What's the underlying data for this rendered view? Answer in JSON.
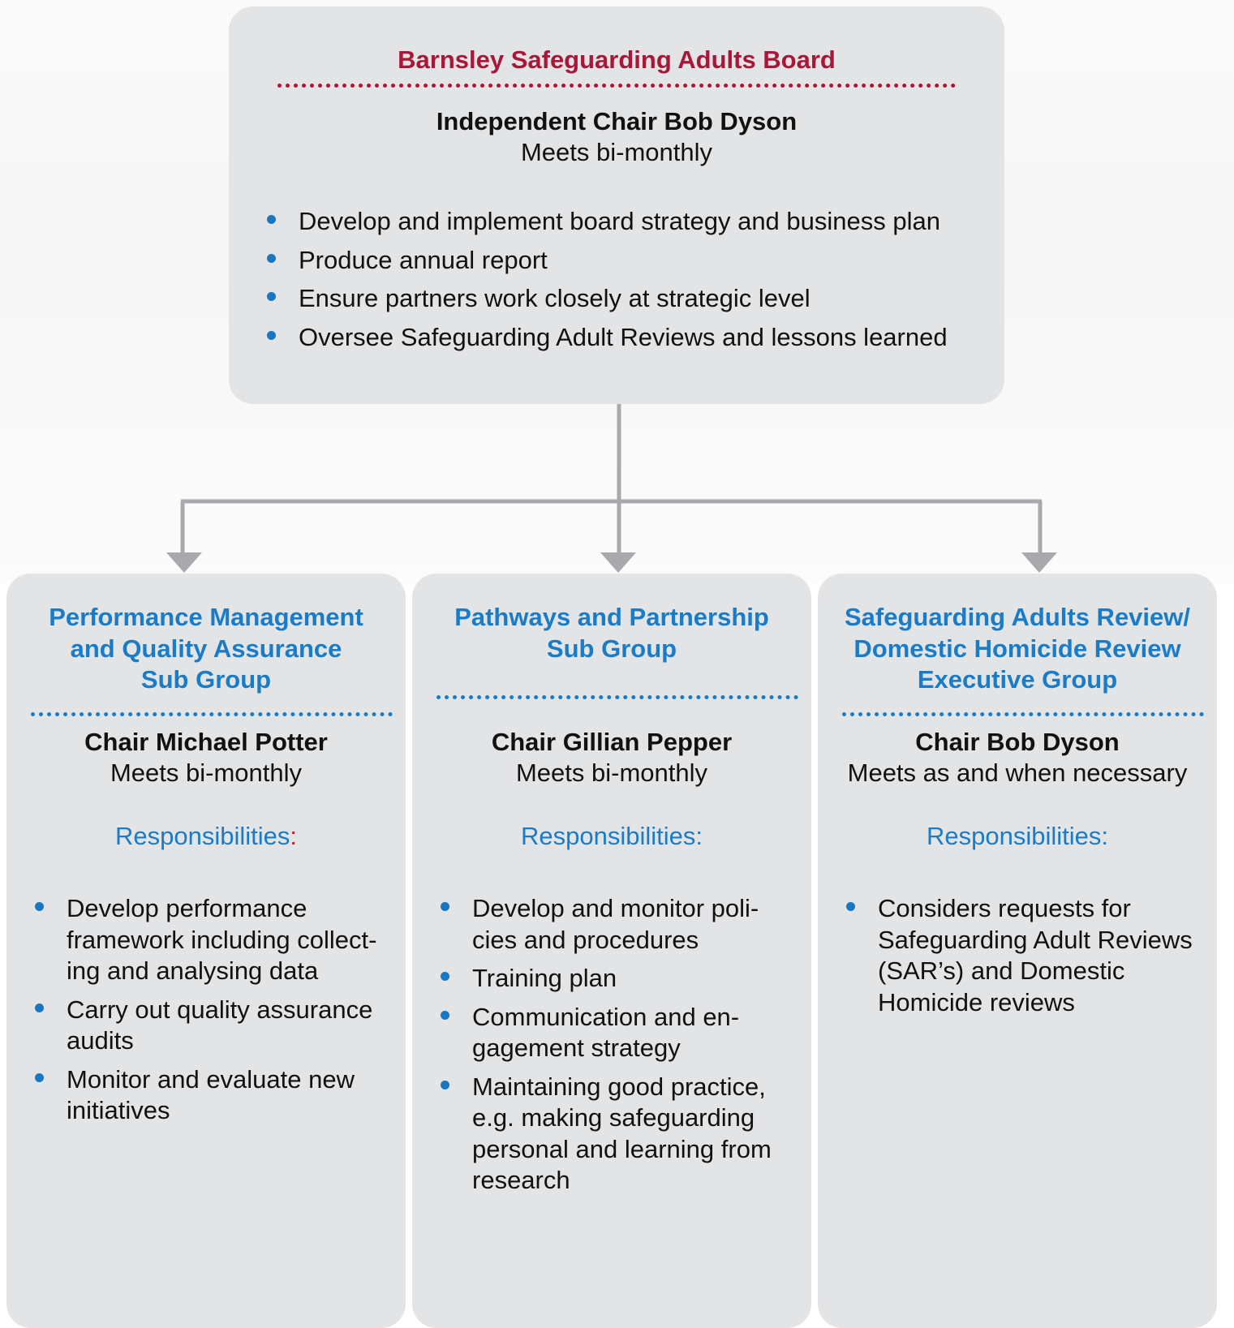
{
  "board": {
    "title": "Barnsley Safeguarding Adults Board",
    "chair": "Independent Chair Bob Dyson",
    "meets": "Meets bi-monthly",
    "items": [
      "Develop and implement board strategy and business plan",
      "Produce annual report",
      "Ensure partners work closely at strategic level",
      "Oversee Safeguarding Adult Reviews and lessons learned"
    ]
  },
  "subgroups": [
    {
      "title_lines": [
        "Performance Management",
        "and Quality Assurance",
        "Sub Group"
      ],
      "chair": "Chair Michael Potter",
      "meets": "Meets bi-monthly",
      "resp_label": "Responsibilities",
      "resp_colon": ":",
      "items": [
        [
          "Develop performance",
          "framework including collect-",
          "ing and analysing data"
        ],
        [
          "Carry out quality assurance",
          "audits"
        ],
        [
          "Monitor and evaluate new",
          "initiatives"
        ]
      ]
    },
    {
      "title_lines": [
        "Pathways and Partnership",
        "Sub Group"
      ],
      "chair": "Chair Gillian Pepper",
      "meets": "Meets bi-monthly",
      "resp_label": "Responsibilities:",
      "resp_colon": "",
      "items": [
        [
          "Develop and monitor poli-",
          "cies and procedures"
        ],
        [
          "Training plan"
        ],
        [
          "Communication and en-",
          "gagement strategy"
        ],
        [
          "Maintaining good practice,",
          "e.g. making safeguarding",
          "personal and learning from",
          "research"
        ]
      ]
    },
    {
      "title_lines": [
        "Safeguarding Adults Review/",
        "Domestic Homicide Review",
        "Executive Group"
      ],
      "chair": "Chair Bob Dyson",
      "meets": "Meets as and when necessary",
      "resp_label": "Responsibilities:",
      "resp_colon": "",
      "items": [
        [
          "Considers requests for",
          "Safeguarding Adult Reviews",
          "(SAR’s) and Domestic",
          "Homicide reviews"
        ]
      ]
    }
  ],
  "colors": {
    "board_title": "#a8173a",
    "subgroup_title": "#1a7cc6",
    "bullet": "#1976c2",
    "box_fill": "#e3e4e6",
    "connector": "#a7a9ac"
  }
}
